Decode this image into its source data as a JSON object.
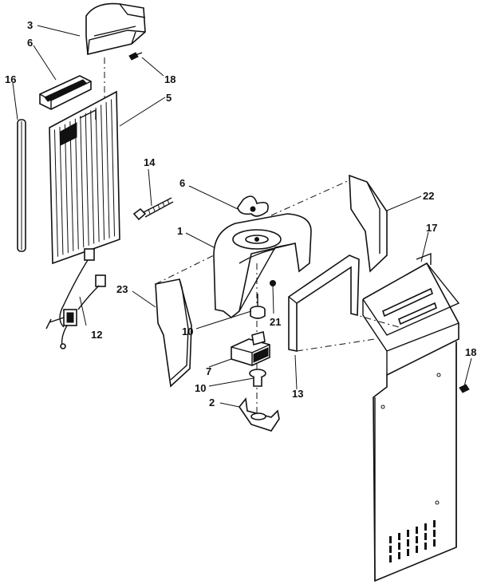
{
  "labels": {
    "p1": "1",
    "p2": "2",
    "p3": "3",
    "p5": "5",
    "p6a": "6",
    "p6b": "6",
    "p7": "7",
    "p10a": "10",
    "p10b": "10",
    "p12": "12",
    "p13": "13",
    "p14": "14",
    "p16": "16",
    "p17": "17",
    "p18a": "18",
    "p18b": "18",
    "p21": "21",
    "p22": "22",
    "p23": "23"
  }
}
